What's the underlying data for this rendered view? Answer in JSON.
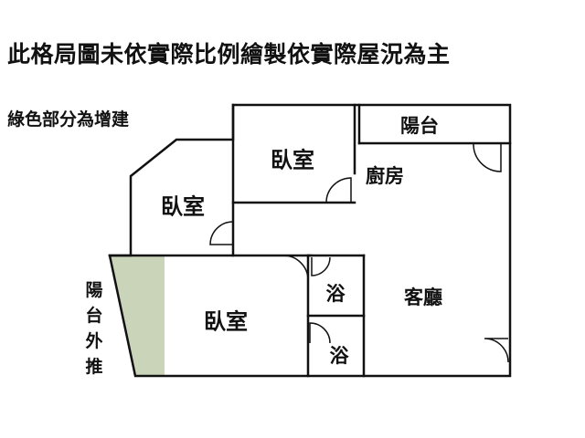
{
  "title": "此格局圖未依實際比例繪製依實際屋況為主",
  "note": "綠色部分為增建",
  "balcony_extension_label": "陽台外推",
  "rooms": {
    "bedroom_top": "臥室",
    "bedroom_left": "臥室",
    "bedroom_main": "臥室",
    "balcony": "陽台",
    "kitchen": "廚房",
    "living_room": "客廳",
    "bath_1": "浴",
    "bath_2": "浴"
  },
  "colors": {
    "wall": "#111111",
    "extension": "#c9d4b8",
    "background": "#ffffff"
  }
}
